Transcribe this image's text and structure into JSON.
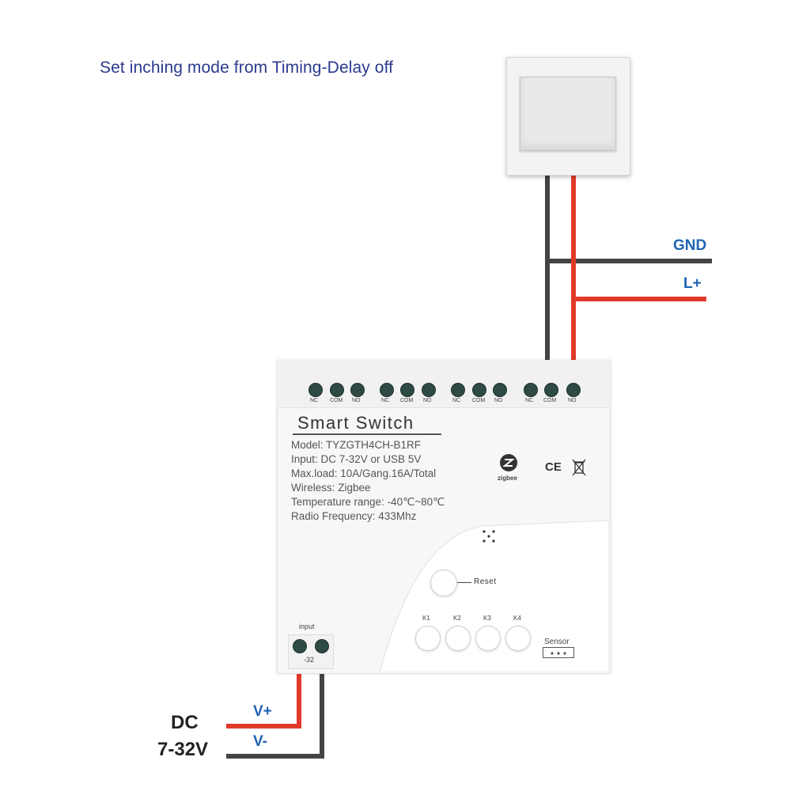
{
  "caption": "Set inching mode from Timing-Delay off",
  "wires": {
    "gnd": "GND",
    "lplus": "L+",
    "vplus": "V+",
    "vminus": "V-"
  },
  "power": {
    "dc": "DC",
    "range": "7-32V"
  },
  "module": {
    "title": "Smart  Switch",
    "specs": [
      "Model:  TYZGTH4CH-B1RF",
      "Input:  DC 7-32V or USB 5V",
      "Max.load:  10A/Gang.16A/Total",
      "Wireless:  Zigbee",
      "Temperature range: -40℃~80℃",
      "Radio Frequency:  433Mhz"
    ],
    "zigbee_label": "zigbee",
    "ce_mark": "CE",
    "reset_label": "Reset",
    "keys": [
      "K1",
      "K2",
      "K3",
      "K4"
    ],
    "sensor_label": "Sensor",
    "input_label": "input",
    "input_range_fragment": "-32",
    "terminal_labels": [
      "NC",
      "COM",
      "NO"
    ]
  },
  "colors": {
    "red_wire": "#e23a2a",
    "dark_wire": "#444444",
    "label_blue": "#1f63b3",
    "caption_blue": "#2b3a8f"
  },
  "icons": [
    "zigbee-logo-icon",
    "ce-mark-icon",
    "weee-bin-icon",
    "terminal-screw-icon"
  ]
}
